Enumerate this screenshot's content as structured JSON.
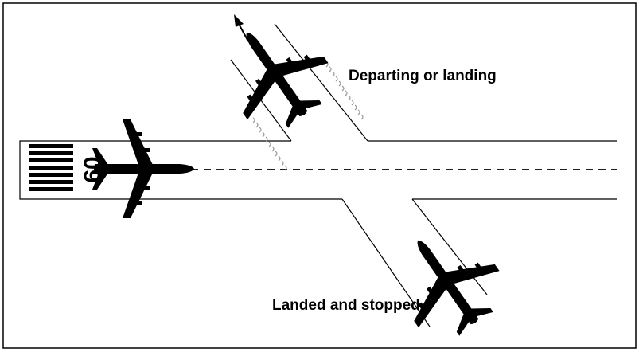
{
  "labels": {
    "departing": "Departing or landing",
    "landed": "Landed and stopped"
  },
  "runway": {
    "number": "09"
  },
  "colors": {
    "ink": "#000000",
    "background": "#ffffff",
    "trail": "#9a9a9a"
  }
}
